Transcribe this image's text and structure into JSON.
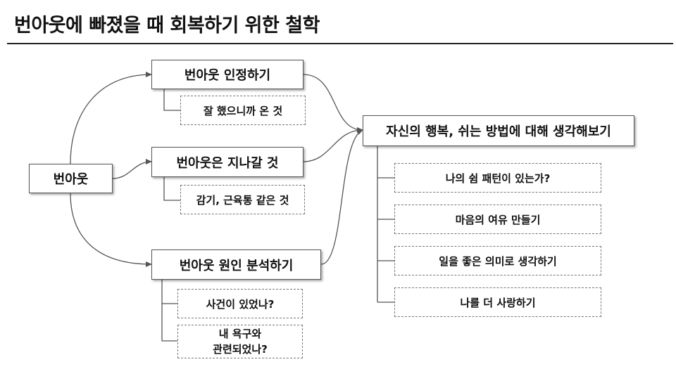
{
  "title": "번아웃에 빠졌을 때 회복하기 위한 철학",
  "nodes": {
    "root": "번아웃",
    "branch1": "번아웃 인정하기",
    "branch1_child1": "잘 했으니까 온 것",
    "branch2": "번아웃은 지나갈 것",
    "branch2_child1": "감기, 근육통 같은 것",
    "branch3": "번아웃 원인 분석하기",
    "branch3_child1": "사건이 있었나?",
    "branch3_child2_line1": "내 욕구와",
    "branch3_child2_line2": "관련되었나?",
    "goal": "자신의 행복, 쉬는 방법에 대해 생각해보기",
    "goal_child1": "나의 쉼 패턴이 있는가?",
    "goal_child2": "마음의 여유 만들기",
    "goal_child3": "일을 좋은 의미로 생각하기",
    "goal_child4": "나를 더 사랑하기"
  },
  "colors": {
    "text": "#111111",
    "line": "#555555",
    "border": "#555555",
    "dashed_border": "#777777"
  }
}
